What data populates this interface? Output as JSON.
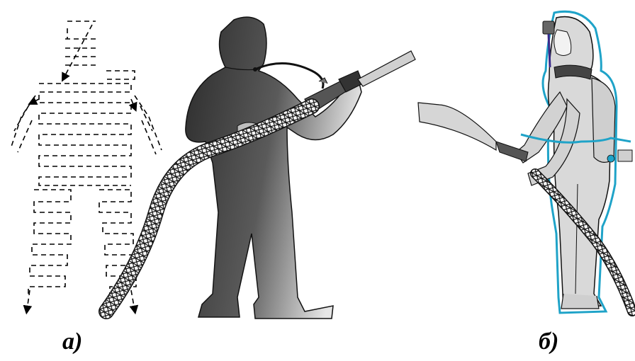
{
  "captions": {
    "panel_a": "а)",
    "panel_b": "б)"
  },
  "colors": {
    "suit_dark": "#3a3a3a",
    "suit_light": "#d6d6d6",
    "line_blue": "#1fa3c8",
    "hose_pattern": "#111111",
    "nozzle_gray": "#c8c8c8"
  },
  "icons": {
    "panel_a_left": "dashed-airflow-figure",
    "panel_a_right": "worker-in-hood-with-spray-gun",
    "panel_b": "worker-in-pressurized-suit-with-spray-gun"
  }
}
